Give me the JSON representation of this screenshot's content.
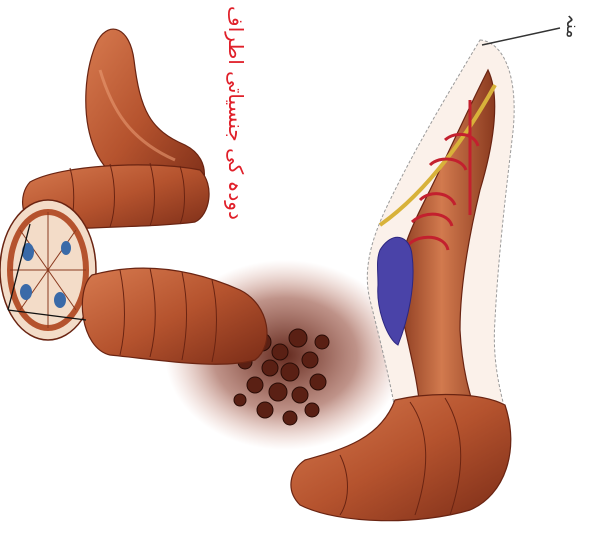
{
  "caption": "دودہ کی جنسیاتی اطراف",
  "mouth_label": "منہ",
  "colors": {
    "background": "#ffffff",
    "body_main": "#b5532e",
    "body_light": "#d77a4f",
    "body_dark": "#7a2c17",
    "blood_vessel": "#c3202e",
    "nerve_cord": "#d8b23a",
    "organ_purple": "#4a43a8",
    "soil": "#6a2a1c",
    "caption": "#e0202a",
    "label_line": "#333333"
  },
  "icons": {
    "worm": "earthworm-illustration",
    "cross_section": "cross-section-ring",
    "soil": "soil-castings"
  }
}
